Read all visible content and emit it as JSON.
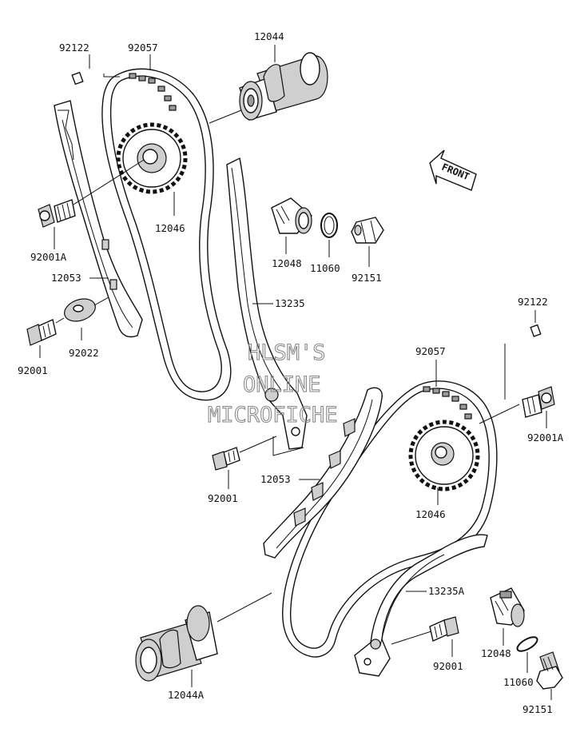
{
  "parts": {
    "pin_top": "92122",
    "chain_top": "92057",
    "camshaft_top": "12044",
    "guide_bolt_top": "92001A",
    "guide_top": "12053",
    "bolt_top": "92001",
    "washer_top": "92022",
    "sprocket_top": "12046",
    "tensioner_top": "12048",
    "gasket_top": "11060",
    "cap_bolt_top": "92151",
    "tensioner_guide_top": "13235",
    "pin_bottom": "92122",
    "chain_bottom": "92057",
    "guide_bolt_bottom": "92001A",
    "bolt_mid": "92001",
    "guide_bottom": "12053",
    "sprocket_bottom": "12046",
    "tensioner_guide_bottom": "13235A",
    "camshaft_bottom": "12044A",
    "bolt_bottom": "92001",
    "tensioner_bottom": "12048",
    "gasket_bottom": "11060",
    "cap_bolt_bottom": "92151"
  },
  "front_label": "FRONT",
  "watermark": [
    "HLSM'S",
    "ONLINE",
    "MICROFICHE"
  ]
}
